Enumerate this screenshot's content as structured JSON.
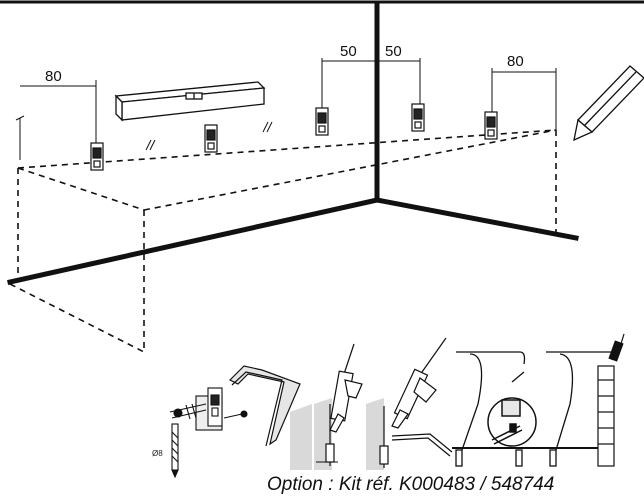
{
  "dimensions": {
    "left_80": "80",
    "center_50_left": "50",
    "center_50_right": "50",
    "right_80": "80"
  },
  "drill": {
    "diameter_label": "Ø8"
  },
  "caption": "Option : Kit réf. K000483 / 548744",
  "colors": {
    "line": "#111111",
    "ghost": "#d9d9d9",
    "panel": "#e6e6e6"
  }
}
